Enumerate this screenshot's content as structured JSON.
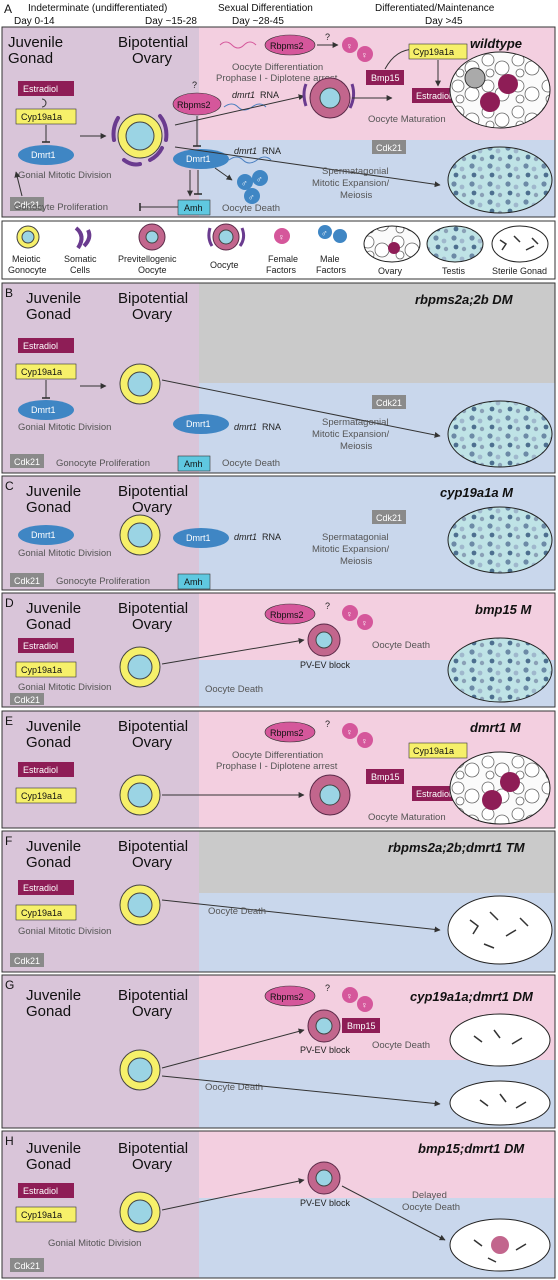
{
  "header": {
    "col1_title": "Indeterminate (undifferentiated)",
    "col1_day": "Day 0-14",
    "col1_day2": "Day ~15-28",
    "col2_title": "Sexual Differentiation",
    "col2_day": "Day ~28-45",
    "col3_title": "Differentiated/Maintenance",
    "col3_day": "Day >45"
  },
  "stage": {
    "juvenile_1": "Juvenile",
    "juvenile_2": "Gonad",
    "bipotential_1": "Bipotential",
    "bipotential_2": "Ovary"
  },
  "factors": {
    "estradiol": "Estradiol",
    "cyp19a1a": "Cyp19a1a",
    "dmrt1": "Dmrt1",
    "cdk21": "Cdk21",
    "amh": "Amh",
    "rbpms2": "Rbpms2",
    "bmp15": "Bmp15",
    "dmrt1_rna": "dmrt1",
    "rna": "RNA",
    "question": "?",
    "female_symbol": "♀",
    "male_symbol": "♂"
  },
  "processes": {
    "gonial_mitotic": "Gonial Mitotic Division",
    "gonocyte_prolif": "Gonocyte Proliferation",
    "oocyte_diff": "Oocyte Differentiation",
    "prophase": "Prophase I - Diplotene arrest",
    "oocyte_maturation": "Oocyte Maturation",
    "oocyte_death": "Oocyte Death",
    "delayed": "Delayed",
    "sperm_1": "Spermatagonial",
    "sperm_2": "Mitotic Expansion/",
    "sperm_3": "Meiosis",
    "pvev": "PV-EV block"
  },
  "panels": [
    {
      "letter": "A",
      "genotype": "wildtype"
    },
    {
      "letter": "B",
      "genotype": "rbpms2a;2b DM"
    },
    {
      "letter": "C",
      "genotype": "cyp19a1a M"
    },
    {
      "letter": "D",
      "genotype": "bmp15 M"
    },
    {
      "letter": "E",
      "genotype": "dmrt1 M"
    },
    {
      "letter": "F",
      "genotype": "rbpms2a;2b;dmrt1 TM"
    },
    {
      "letter": "G",
      "genotype": "cyp19a1a;dmrt1 DM"
    },
    {
      "letter": "H",
      "genotype": "bmp15;dmrt1 DM"
    }
  ],
  "legend": {
    "meiotic_1": "Meiotic",
    "meiotic_2": "Gonocyte",
    "somatic_1": "Somatic",
    "somatic_2": "Cells",
    "previtello_1": "Previtellogenic",
    "previtello_2": "Oocyte",
    "oocyte": "Oocyte",
    "female_1": "Female",
    "female_2": "Factors",
    "male_1": "Male",
    "male_2": "Factors",
    "ovary": "Ovary",
    "testis": "Testis",
    "sterile": "Sterile Gonad"
  },
  "colors": {
    "purple_bg": "#d9c5d9",
    "pink_bg": "#f3cfe0",
    "blue_bg": "#c9d7ec",
    "gray_bg": "#cacaca",
    "estradiol": "#8e1d56",
    "cyp19a1a": "#f6f06a",
    "dmrt1": "#3f86c4",
    "amh": "#5fc8e0",
    "rbpms2": "#d5579b",
    "cdk21": "#8a8a8a"
  }
}
